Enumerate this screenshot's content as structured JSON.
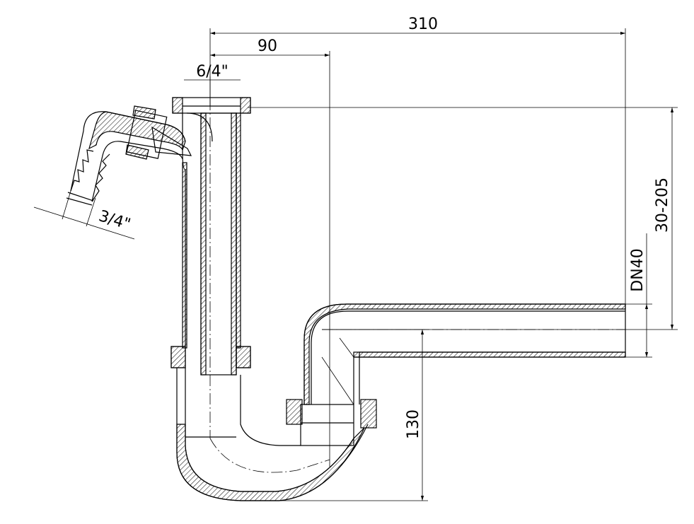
{
  "dimensions": {
    "total_width": "310",
    "inlet_offset": "90",
    "inlet_size": "6/4\"",
    "hose_connector": "3/4\"",
    "height_range": "30-205",
    "outlet_size": "DN40",
    "trap_depth": "130"
  }
}
